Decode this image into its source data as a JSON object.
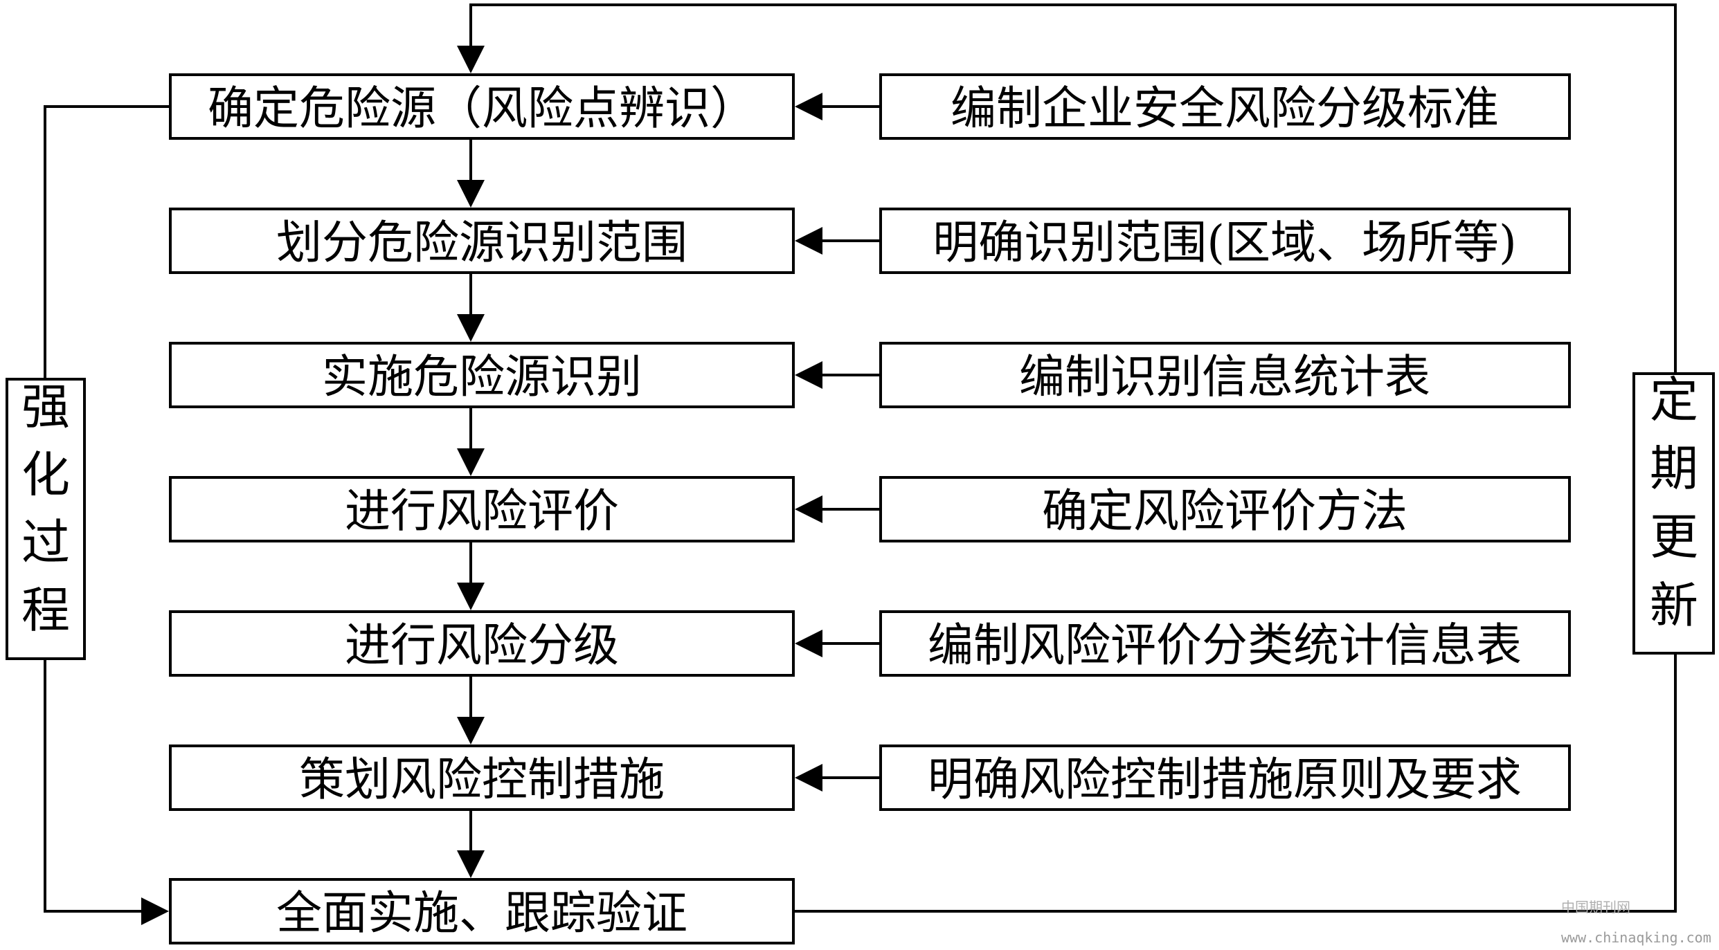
{
  "left_steps": [
    {
      "label": "确定危险源（风险点辨识）"
    },
    {
      "label": "划分危险源识别范围"
    },
    {
      "label": "实施危险源识别"
    },
    {
      "label": "进行风险评价"
    },
    {
      "label": "进行风险分级"
    },
    {
      "label": "策划风险控制措施"
    },
    {
      "label": "全面实施、跟踪验证"
    }
  ],
  "right_inputs": [
    {
      "label": "编制企业安全风险分级标准"
    },
    {
      "label": "明确识别范围(区域、场所等)"
    },
    {
      "label": "编制识别信息统计表"
    },
    {
      "label": "确定风险评价方法"
    },
    {
      "label": "编制风险评价分类统计信息表"
    },
    {
      "label": "明确风险控制措施原则及要求"
    }
  ],
  "left_loop": {
    "chars": [
      "强",
      "化",
      "过",
      "程"
    ]
  },
  "right_loop": {
    "chars": [
      "定",
      "期",
      "更",
      "新"
    ]
  },
  "watermark": {
    "cn": "中国期刊网",
    "url": "www.chinaqking.com"
  },
  "colors": {
    "stroke": "#000000",
    "background": "#ffffff",
    "watermark": "#9a9a9a"
  }
}
